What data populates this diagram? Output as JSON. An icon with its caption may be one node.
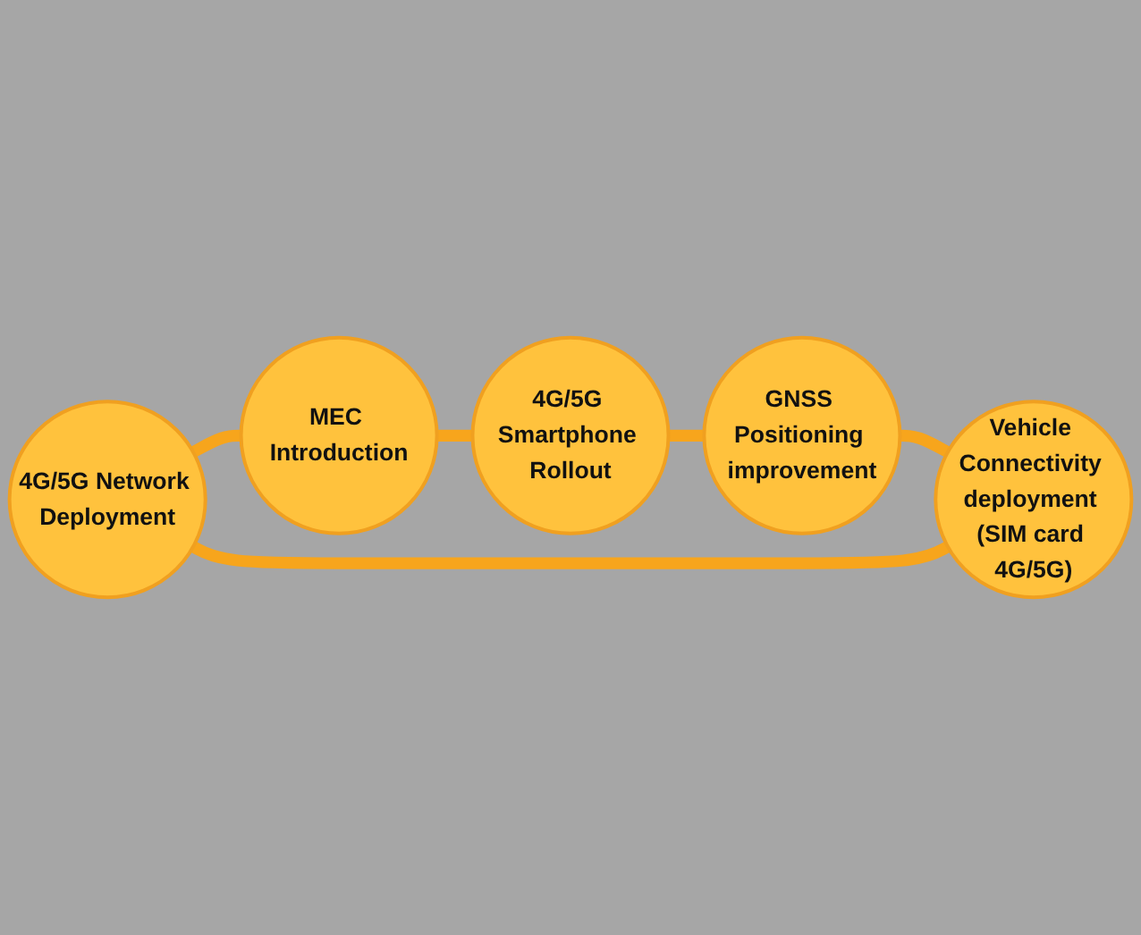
{
  "diagram": {
    "nodes": [
      {
        "text": [
          "4G/5G Network Deployment"
        ]
      },
      {
        "text": [
          "MEC Introduction"
        ]
      },
      {
        "text": [
          "4G/5G Smartphone Rollout"
        ]
      },
      {
        "text": [
          "GNSS Positioning improvement"
        ]
      },
      {
        "text": [
          "Vehicle Connectivity deployment (SIM card 4G/5G)"
        ]
      }
    ],
    "edges": [
      {
        "from": 0,
        "to": 1,
        "arrow": "none"
      },
      {
        "from": 1,
        "to": 2,
        "arrow": "none"
      },
      {
        "from": 2,
        "to": 3,
        "arrow": "none"
      },
      {
        "from": 3,
        "to": 4,
        "arrow": "none"
      },
      {
        "from": 4,
        "to": 0,
        "arrow": "none"
      }
    ]
  }
}
